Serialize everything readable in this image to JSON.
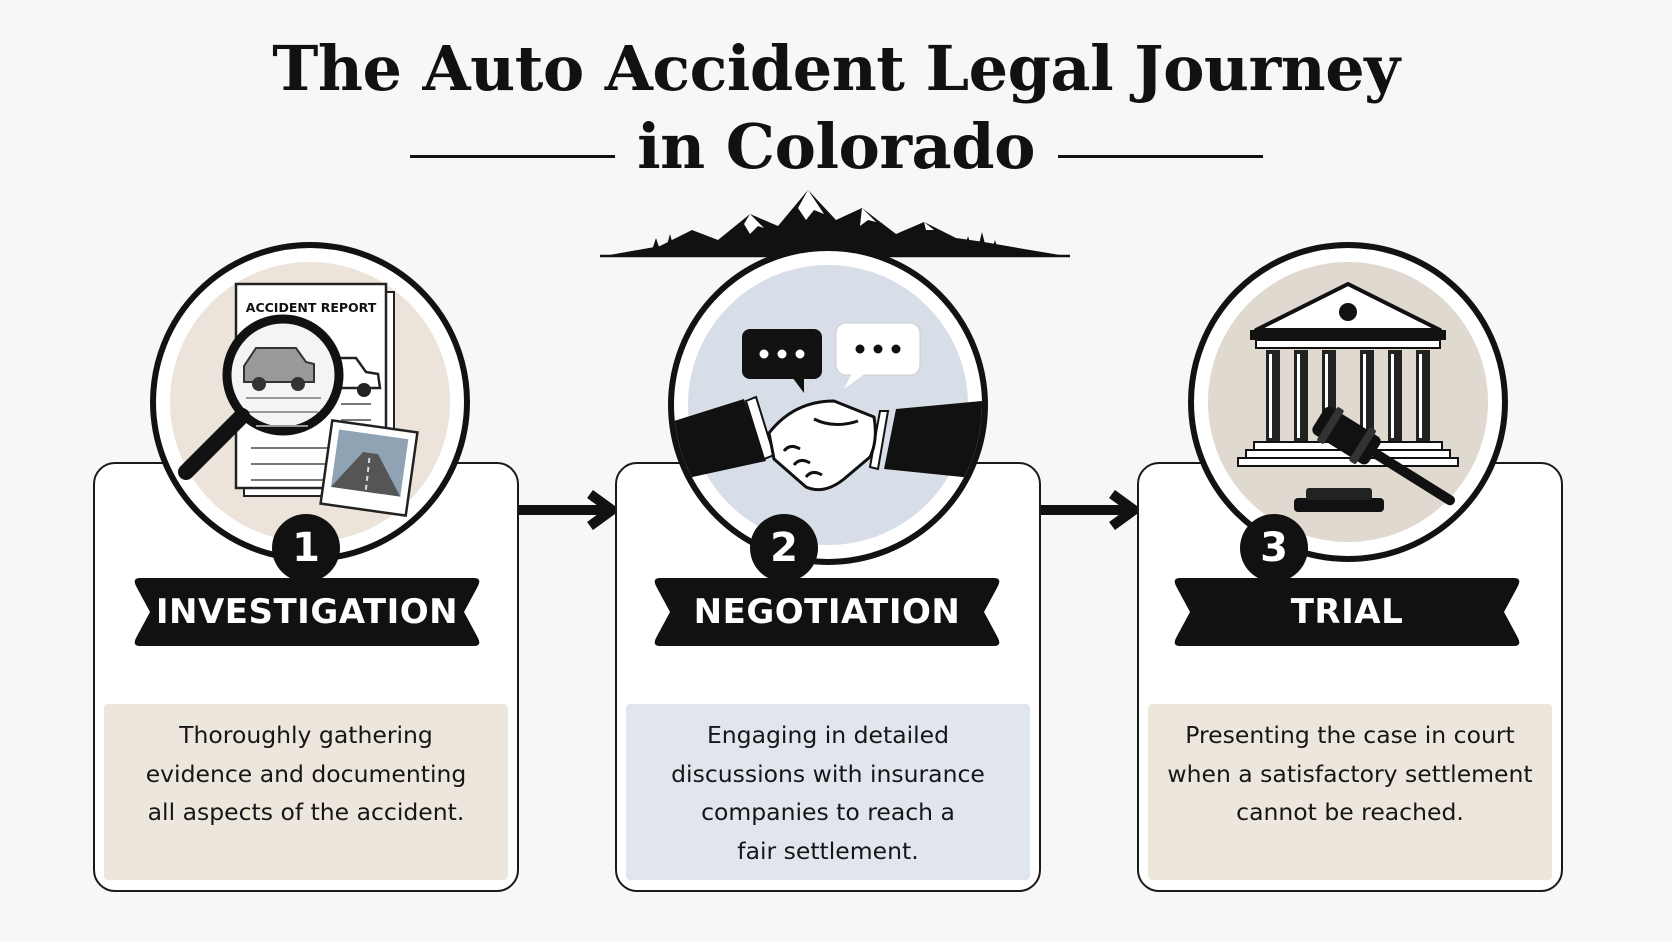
{
  "title": {
    "line1": "The Auto Accident Legal Journey",
    "line2": "in Colorado"
  },
  "steps": [
    {
      "number": "1",
      "label": "INVESTIGATION",
      "icon": "magnifier-accident-report-icon",
      "report_label": "ACCIDENT REPORT",
      "desc": [
        "Thoroughly gathering",
        "evidence and documenting",
        "all aspects of the accident."
      ],
      "panel_color": "#ede6dc"
    },
    {
      "number": "2",
      "label": "NEGOTIATION",
      "icon": "handshake-icon",
      "desc": [
        "Engaging in detailed",
        "discussions with insurance",
        "companies to reach a",
        "fair settlement."
      ],
      "panel_color": "#e1e6ee"
    },
    {
      "number": "3",
      "label": "TRIAL",
      "icon": "courthouse-gavel-icon",
      "desc": [
        "Presenting the case in court",
        "when a satisfactory settlement",
        "cannot be reached."
      ],
      "panel_color": "#ede6dc"
    }
  ],
  "colors": {
    "ink": "#111111",
    "investigation_circle": "#ece4da",
    "negotiation_circle": "#d8dee8",
    "trial_circle": "#e0d9d0"
  }
}
